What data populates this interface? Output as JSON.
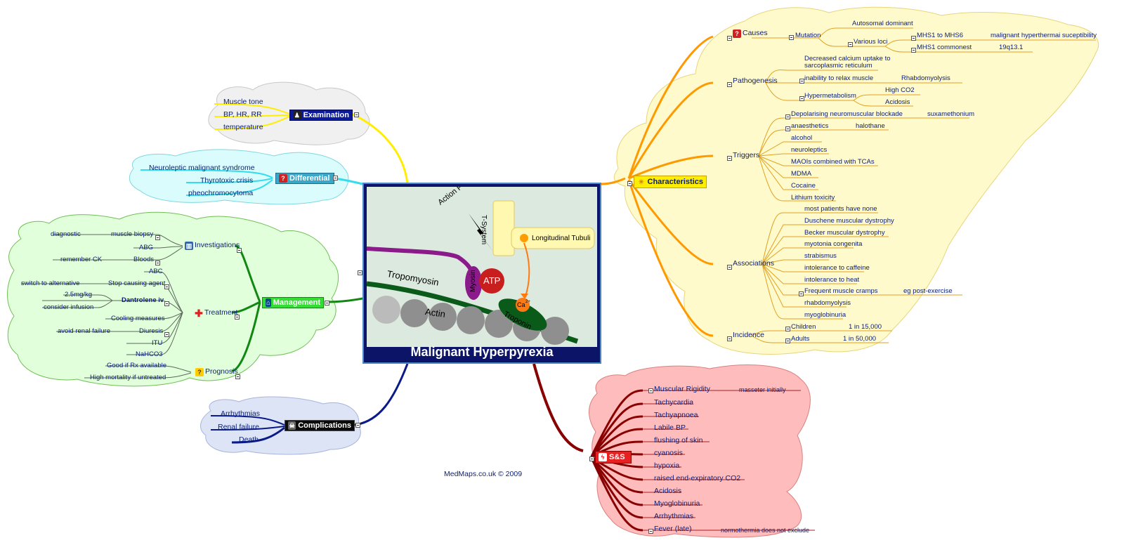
{
  "center": {
    "title": "Malignant Hyperpyrexia",
    "labels": {
      "action_potential": "Action Potential",
      "t_system": "T-System",
      "longitudinal_tubuli": "Longitudinal Tubuli",
      "tropomyosin": "Tropomyosin",
      "myosin": "Myosin",
      "atp": "ATP",
      "actin": "Actin",
      "troponin": "Troponin",
      "ca": "Ca",
      "ca_sup": "2+"
    }
  },
  "footer": "MedMaps.co.uk © 2009",
  "examination": {
    "label": "Examination",
    "items": [
      "Muscle tone",
      "BP, HR, RR",
      "temperature"
    ]
  },
  "differential": {
    "label": "Differential",
    "items": [
      "Neuroleptic malignant syndrome",
      "Thyrotoxic crisis",
      "pheochromocytoma"
    ]
  },
  "management": {
    "label": "Management",
    "investigations": {
      "label": "Investigations",
      "muscle_biopsy": "muscle biopsy",
      "diagnostic": "diagnostic",
      "abg": "ABG",
      "bloods": "Bloods",
      "remember_ck": "remember CK"
    },
    "treatment": {
      "label": "Treatment",
      "abc": "ABC",
      "stop_agent": "Stop causing agent",
      "switch": "switch to alternative",
      "dose": "2.5mg/kg",
      "dantrolene": "Dantrolene iv",
      "infusion": "consider infusion",
      "cooling": "Cooling measures",
      "diuresis": "Diuresis",
      "renal": "avoid renal failure",
      "itu": "ITU",
      "nahco3": "NaHCO3"
    },
    "prognosis": {
      "label": "Prognosis",
      "good": "Good if Rx available",
      "high": "High mortality if untreated"
    }
  },
  "complications": {
    "label": "Complications",
    "items": [
      "Arrhythmias",
      "Renal failure",
      "Death"
    ]
  },
  "characteristics": {
    "label": "Characteristics",
    "causes": {
      "label": "Causes",
      "mutation": "Mutation",
      "autosomal": "Autosomal dominant",
      "various_loci": "Various loci",
      "mhs1_6": "MHS1 to MHS6",
      "mh_susc": "malignant hyperthermai suceptibility",
      "mhs1_common": "MHS1 commonest",
      "locus": "19q13.1"
    },
    "pathogenesis": {
      "label": "Pathogenesis",
      "calcium_1": "Decreased calcium uptake to",
      "calcium_2": "sarcoplasmic reticulum",
      "relax": "inability to relax muscle",
      "rhabdo": "Rhabdomyolysis",
      "hypermet": "Hypermetabolism",
      "co2": "High CO2",
      "acidosis": "Acidosis"
    },
    "triggers": {
      "label": "Triggers",
      "depol": "Depolarising neuromuscular blockade",
      "sux": "suxamethonium",
      "anaes": "anaesthetics",
      "halo": "halothane",
      "items": [
        "alcohol",
        "neuroleptics",
        "MAOIs combined with TCAs",
        "MDMA",
        "Cocaine",
        "Lithium toxicity"
      ]
    },
    "associations": {
      "label": "Associations",
      "items": [
        "most patients have none",
        "Duschene muscular dystrophy",
        "Becker muscular dystrophy",
        "myotonia congenita",
        "strabismus",
        "intolerance to caffeine",
        "intolerance to heat"
      ],
      "cramps": "Frequent muscle cramps",
      "post_ex": "eg post-exercise",
      "items2": [
        "rhabdomyolysis",
        "myoglobinuria"
      ]
    },
    "incidence": {
      "label": "Incidence",
      "children": "Children",
      "children_val": "1 in 15,000",
      "adults": "Adults",
      "adults_val": "1 in 50,000"
    }
  },
  "sns": {
    "label": "S&S",
    "rigidity": "Muscular Rigidity",
    "masseter": "masseter initially",
    "items": [
      "Tachycardia",
      "Tachyapnoea",
      "Labile BP",
      "flushing of skin",
      "cyanosis",
      "hypoxia",
      "raised end-expiratory CO2",
      "Acidosis",
      "Myoglobinuria",
      "Arrhythmias"
    ],
    "fever": "Fever (late)",
    "normo": "normothermia does not exclude"
  },
  "colors": {
    "examination": "#ffee00",
    "differential": "#33ddee",
    "management": "#118811",
    "complications": "#0a1a88",
    "characteristics": "#ff9900",
    "sns": "#880000"
  }
}
